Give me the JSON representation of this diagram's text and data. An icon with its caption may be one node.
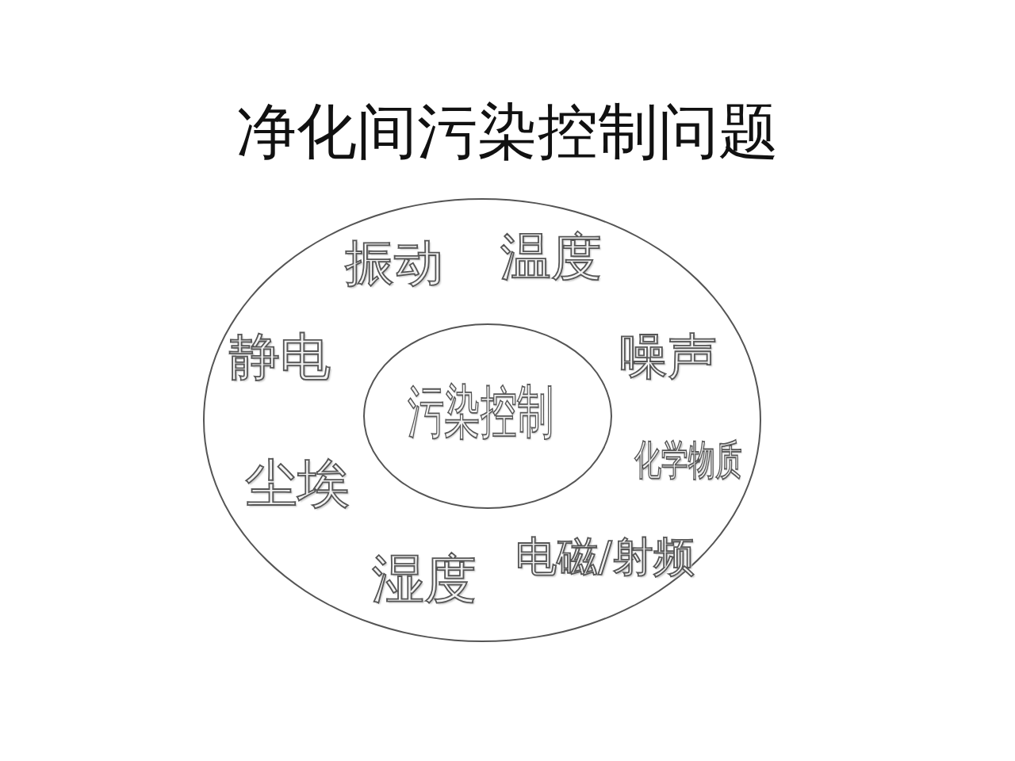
{
  "diagram": {
    "title": "净化间污染控制问题",
    "nodes": [
      {
        "text": [
          "振动",
          "温度",
          "静电",
          "噪声",
          "尘埃",
          "化学物质",
          "湿度",
          "电磁/射频"
        ]
      },
      {
        "text": [
          "污染控制"
        ],
        "in": 0
      }
    ]
  }
}
